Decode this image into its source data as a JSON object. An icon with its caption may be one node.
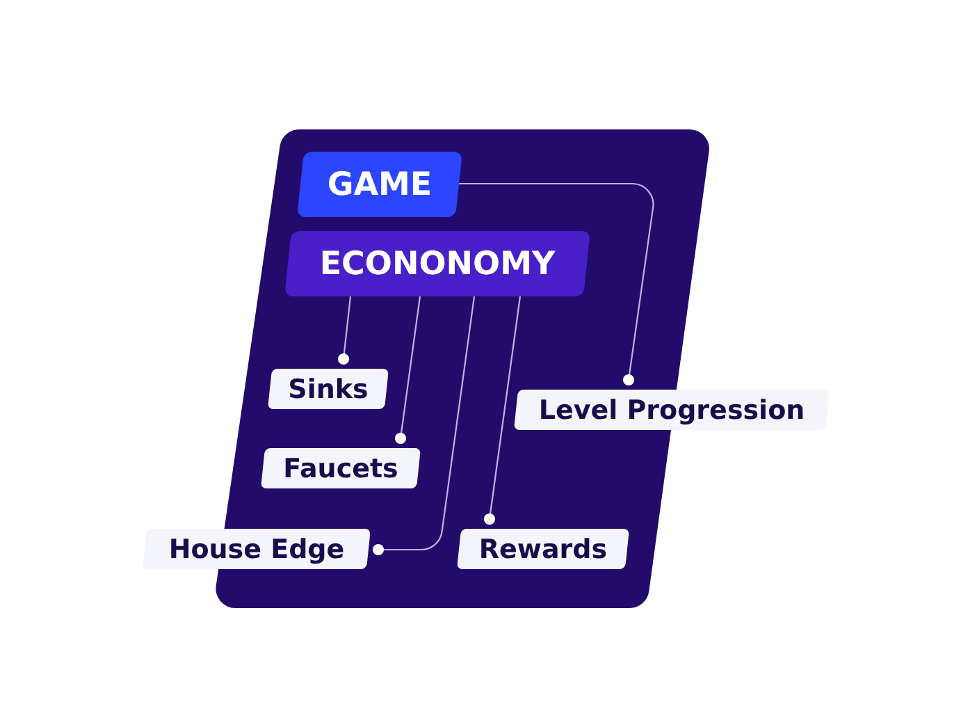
{
  "diagram": {
    "nodes": [
      {
        "text": [
          "GAME"
        ]
      },
      {
        "text": [
          "ECONONOMY"
        ]
      },
      {
        "text": [
          "Sinks"
        ]
      },
      {
        "text": [
          "Level Progression"
        ]
      },
      {
        "text": [
          "Faucets"
        ]
      },
      {
        "text": [
          "House Edge"
        ]
      },
      {
        "text": [
          "Rewards"
        ]
      }
    ],
    "edges": [
      {
        "from": 0,
        "to": 3,
        "arrow": "other"
      },
      {
        "from": 1,
        "to": 2,
        "arrow": "other"
      },
      {
        "from": 1,
        "to": 4,
        "arrow": "other"
      },
      {
        "from": 1,
        "to": 5,
        "arrow": "other"
      },
      {
        "from": 1,
        "to": 6,
        "arrow": "other"
      }
    ]
  }
}
